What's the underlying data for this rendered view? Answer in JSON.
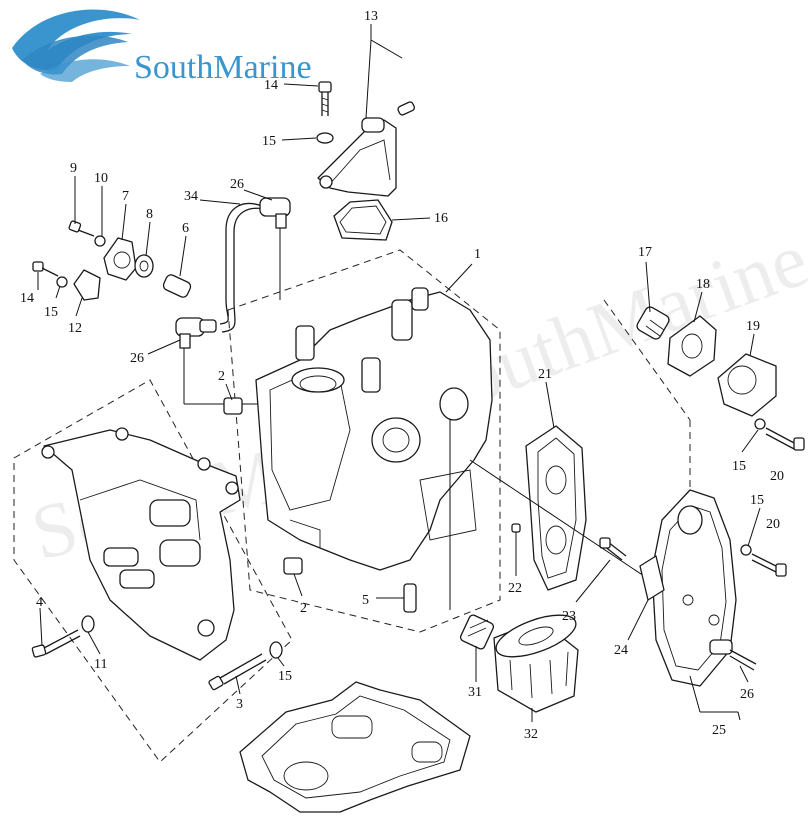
{
  "brand": {
    "name": "SouthMarine",
    "color": "#3a95cf",
    "logo_icon": "wave-logo-icon"
  },
  "watermark": {
    "text": "SouthMarine"
  },
  "callouts": [
    {
      "id": "c13",
      "label": "13"
    },
    {
      "id": "c14a",
      "label": "14"
    },
    {
      "id": "c15a",
      "label": "15"
    },
    {
      "id": "c16",
      "label": "16"
    },
    {
      "id": "c26a",
      "label": "26"
    },
    {
      "id": "c34",
      "label": "34"
    },
    {
      "id": "c9",
      "label": "9"
    },
    {
      "id": "c10",
      "label": "10"
    },
    {
      "id": "c7",
      "label": "7"
    },
    {
      "id": "c8",
      "label": "8"
    },
    {
      "id": "c6",
      "label": "6"
    },
    {
      "id": "c14b",
      "label": "14"
    },
    {
      "id": "c15b",
      "label": "15"
    },
    {
      "id": "c12",
      "label": "12"
    },
    {
      "id": "c26b",
      "label": "26"
    },
    {
      "id": "c1",
      "label": "1"
    },
    {
      "id": "c2a",
      "label": "2"
    },
    {
      "id": "c2b",
      "label": "2"
    },
    {
      "id": "c17",
      "label": "17"
    },
    {
      "id": "c18",
      "label": "18"
    },
    {
      "id": "c19",
      "label": "19"
    },
    {
      "id": "c21",
      "label": "21"
    },
    {
      "id": "c15c",
      "label": "15"
    },
    {
      "id": "c20a",
      "label": "20"
    },
    {
      "id": "c15d",
      "label": "15"
    },
    {
      "id": "c20b",
      "label": "20"
    },
    {
      "id": "c22",
      "label": "22"
    },
    {
      "id": "c23",
      "label": "23"
    },
    {
      "id": "c24",
      "label": "24"
    },
    {
      "id": "c26c",
      "label": "26"
    },
    {
      "id": "c25",
      "label": "25"
    },
    {
      "id": "c5",
      "label": "5"
    },
    {
      "id": "c4",
      "label": "4"
    },
    {
      "id": "c11",
      "label": "11"
    },
    {
      "id": "c3",
      "label": "3"
    },
    {
      "id": "c15e",
      "label": "15"
    },
    {
      "id": "c31",
      "label": "31"
    },
    {
      "id": "c32",
      "label": "32"
    }
  ]
}
